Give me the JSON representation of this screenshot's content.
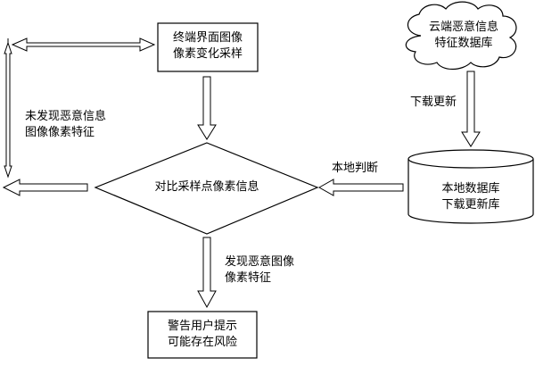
{
  "nodes": {
    "sampling": [
      "终端界面图像",
      "像素变化采样"
    ],
    "cloud_db": [
      "云端恶意信息",
      "特征数据库"
    ],
    "compare": "对比采样点像素信息",
    "local_db": [
      "本地数据库",
      "下载更新库"
    ],
    "warn": [
      "警告用户提示",
      "可能存在风险"
    ]
  },
  "edge_labels": {
    "download_update": "下载更新",
    "local_judge": "本地判断",
    "not_found": [
      "未发现恶意信息",
      "图像像素特征"
    ],
    "found": [
      "发现恶意图像",
      "像素特征"
    ]
  }
}
